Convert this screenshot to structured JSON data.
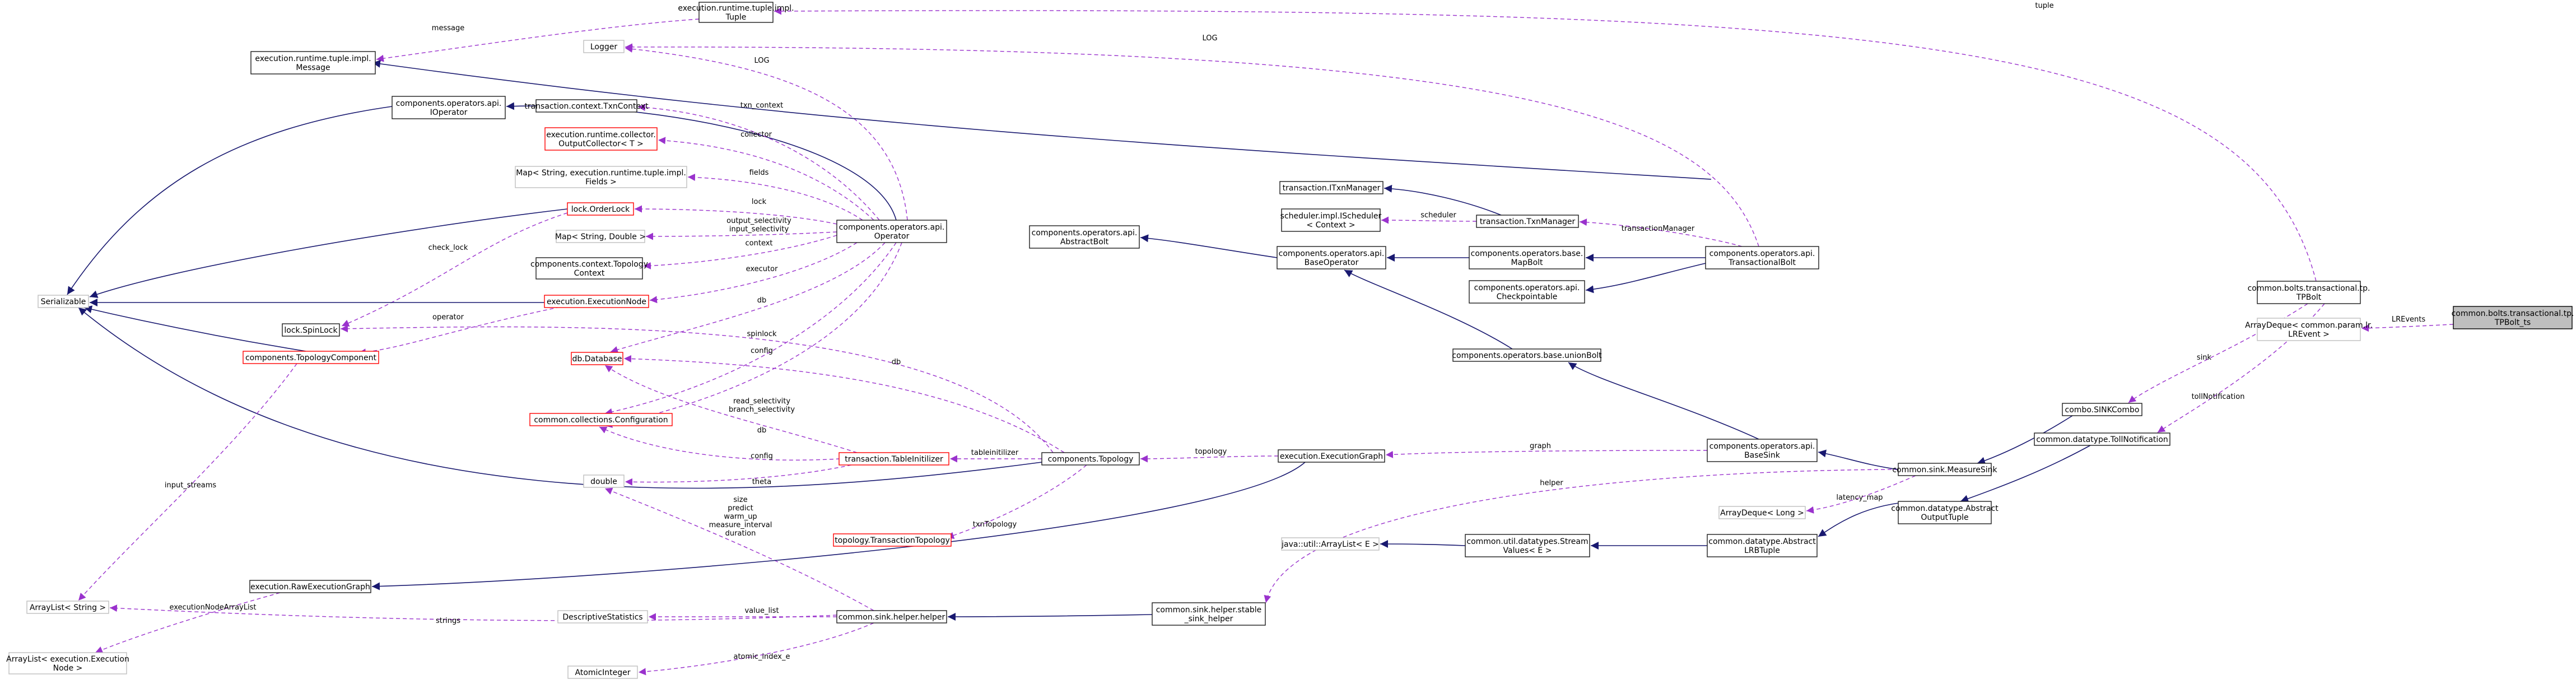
{
  "nodes": [
    {
      "id": "tuple",
      "kind": "normal",
      "lines": [
        "execution.runtime.tuple.impl.",
        "Tuple"
      ]
    },
    {
      "id": "message",
      "kind": "normal",
      "lines": [
        "execution.runtime.tuple.impl.",
        "Message"
      ]
    },
    {
      "id": "logger",
      "kind": "gray",
      "lines": [
        "Logger"
      ]
    },
    {
      "id": "ioperator",
      "kind": "normal",
      "lines": [
        "components.operators.api.",
        "IOperator"
      ]
    },
    {
      "id": "txncontext",
      "kind": "normal",
      "lines": [
        "transaction.context.TxnContext"
      ]
    },
    {
      "id": "collector",
      "kind": "red",
      "lines": [
        "execution.runtime.collector.",
        "OutputCollector< T >"
      ]
    },
    {
      "id": "mapfields",
      "kind": "gray",
      "lines": [
        "Map< String, execution.runtime.tuple.impl.",
        "Fields >"
      ]
    },
    {
      "id": "orderlock",
      "kind": "red",
      "lines": [
        "lock.OrderLock"
      ]
    },
    {
      "id": "mapdouble",
      "kind": "gray",
      "lines": [
        "Map< String, Double >"
      ]
    },
    {
      "id": "topocontext",
      "kind": "normal",
      "lines": [
        "components.context.Topology",
        "Context"
      ]
    },
    {
      "id": "serializable",
      "kind": "gray",
      "lines": [
        "Serializable"
      ]
    },
    {
      "id": "execnode",
      "kind": "red",
      "lines": [
        "execution.ExecutionNode"
      ]
    },
    {
      "id": "spinlock",
      "kind": "normal",
      "lines": [
        "lock.SpinLock"
      ]
    },
    {
      "id": "topocomponent",
      "kind": "red",
      "lines": [
        "components.TopologyComponent"
      ]
    },
    {
      "id": "database",
      "kind": "red",
      "lines": [
        "db.Database"
      ]
    },
    {
      "id": "configuration",
      "kind": "red",
      "lines": [
        "common.collections.Configuration"
      ]
    },
    {
      "id": "double",
      "kind": "gray",
      "lines": [
        "double"
      ]
    },
    {
      "id": "tableinit",
      "kind": "red",
      "lines": [
        "transaction.TableInitilizer"
      ]
    },
    {
      "id": "txntopology",
      "kind": "red",
      "lines": [
        "topology.TransactionTopology"
      ]
    },
    {
      "id": "operator",
      "kind": "normal",
      "lines": [
        "components.operators.api.",
        "Operator"
      ]
    },
    {
      "id": "abstractbolt",
      "kind": "normal",
      "lines": [
        "components.operators.api.",
        "AbstractBolt"
      ]
    },
    {
      "id": "topology",
      "kind": "normal",
      "lines": [
        "components.Topology"
      ]
    },
    {
      "id": "rawexec",
      "kind": "normal",
      "lines": [
        "execution.RawExecutionGraph"
      ]
    },
    {
      "id": "arraylist_str",
      "kind": "gray",
      "lines": [
        "ArrayList< String >"
      ]
    },
    {
      "id": "arraylist_exec",
      "kind": "gray",
      "lines": [
        "ArrayList< execution.Execution",
        "Node >"
      ]
    },
    {
      "id": "descstats",
      "kind": "gray",
      "lines": [
        "DescriptiveStatistics"
      ]
    },
    {
      "id": "atomicint",
      "kind": "gray",
      "lines": [
        "AtomicInteger"
      ]
    },
    {
      "id": "helper",
      "kind": "normal",
      "lines": [
        "common.sink.helper.helper"
      ]
    },
    {
      "id": "stablehelper",
      "kind": "normal",
      "lines": [
        "common.sink.helper.stable",
        "_sink_helper"
      ]
    },
    {
      "id": "execgraph",
      "kind": "normal",
      "lines": [
        "execution.ExecutionGraph"
      ]
    },
    {
      "id": "itxnmanager",
      "kind": "normal",
      "lines": [
        "transaction.ITxnManager"
      ]
    },
    {
      "id": "ischeduler",
      "kind": "normal",
      "lines": [
        "scheduler.impl.IScheduler",
        "< Context >"
      ]
    },
    {
      "id": "txnmanager",
      "kind": "normal",
      "lines": [
        "transaction.TxnManager"
      ]
    },
    {
      "id": "baseoperator",
      "kind": "normal",
      "lines": [
        "components.operators.api.",
        "BaseOperator"
      ]
    },
    {
      "id": "mapbolt",
      "kind": "normal",
      "lines": [
        "components.operators.base.",
        "MapBolt"
      ]
    },
    {
      "id": "checkpointable",
      "kind": "normal",
      "lines": [
        "components.operators.api.",
        "Checkpointable"
      ]
    },
    {
      "id": "unionbolt",
      "kind": "normal",
      "lines": [
        "components.operators.base.unionBolt"
      ]
    },
    {
      "id": "basesink",
      "kind": "normal",
      "lines": [
        "components.operators.api.",
        "BaseSink"
      ]
    },
    {
      "id": "javaarraylist",
      "kind": "gray",
      "lines": [
        "java::util::ArrayList< E >"
      ]
    },
    {
      "id": "streamvalues",
      "kind": "normal",
      "lines": [
        "common.util.datatypes.Stream",
        "Values< E >"
      ]
    },
    {
      "id": "transbolt",
      "kind": "normal",
      "lines": [
        "components.operators.api.",
        "TransactionalBolt"
      ]
    },
    {
      "id": "abslrb",
      "kind": "normal",
      "lines": [
        "common.datatype.Abstract",
        "LRBTuple"
      ]
    },
    {
      "id": "arraydequelong",
      "kind": "gray",
      "lines": [
        "ArrayDeque< Long >"
      ]
    },
    {
      "id": "measuresink",
      "kind": "normal",
      "lines": [
        "common.sink.MeasureSink"
      ]
    },
    {
      "id": "absoutput",
      "kind": "normal",
      "lines": [
        "common.datatype.Abstract",
        "OutputTuple"
      ]
    },
    {
      "id": "sinkcombo",
      "kind": "normal",
      "lines": [
        "combo.SINKCombo"
      ]
    },
    {
      "id": "tollnotif",
      "kind": "normal",
      "lines": [
        "common.datatype.TollNotification"
      ]
    },
    {
      "id": "tpbolt",
      "kind": "normal",
      "lines": [
        "common.bolts.transactional.tp.",
        "TPBolt"
      ]
    },
    {
      "id": "arraydequelr",
      "kind": "gray",
      "lines": [
        "ArrayDeque< common.param.lr.",
        "LREvent >"
      ]
    },
    {
      "id": "tpbolt_ts",
      "kind": "focus",
      "lines": [
        "common.bolts.transactional.tp.",
        "TPBolt_ts"
      ]
    }
  ],
  "edges": [
    {
      "id": "e1",
      "kind": "use",
      "label": "tuple"
    },
    {
      "id": "e2",
      "kind": "use",
      "label": "message"
    },
    {
      "id": "e3",
      "kind": "use",
      "label": "LOG"
    },
    {
      "id": "e4",
      "kind": "use",
      "label": "LOG"
    },
    {
      "id": "e5",
      "kind": "inherit",
      "label": ""
    },
    {
      "id": "e6",
      "kind": "inherit",
      "label": ""
    },
    {
      "id": "e7",
      "kind": "use",
      "label": "txn_context"
    },
    {
      "id": "e8",
      "kind": "use",
      "label": "collector"
    },
    {
      "id": "e9",
      "kind": "use",
      "label": "fields"
    },
    {
      "id": "e10",
      "kind": "use",
      "label": "lock"
    },
    {
      "id": "e11",
      "kind": "inherit",
      "label": ""
    },
    {
      "id": "e12",
      "kind": "use",
      "label": "check_lock"
    },
    {
      "id": "e13",
      "kind": "use",
      "label": "output_selectivity\ninput_selectivity"
    },
    {
      "id": "e14",
      "kind": "use",
      "label": "context"
    },
    {
      "id": "e15",
      "kind": "use",
      "label": "executor"
    },
    {
      "id": "e16",
      "kind": "inherit",
      "label": ""
    },
    {
      "id": "e17",
      "kind": "use",
      "label": "operator"
    },
    {
      "id": "e18",
      "kind": "inherit",
      "label": ""
    },
    {
      "id": "e19",
      "kind": "use",
      "label": "db"
    },
    {
      "id": "e20",
      "kind": "use",
      "label": "spinlock"
    },
    {
      "id": "e21",
      "kind": "use",
      "label": "config"
    },
    {
      "id": "e22",
      "kind": "use",
      "label": "db"
    },
    {
      "id": "e23",
      "kind": "use",
      "label": "read_selectivity\nbranch_selectivity"
    },
    {
      "id": "e24",
      "kind": "use",
      "label": "db"
    },
    {
      "id": "e25",
      "kind": "use",
      "label": "config"
    },
    {
      "id": "e26",
      "kind": "use",
      "label": "theta"
    },
    {
      "id": "e27",
      "kind": "use",
      "label": "size\npredict\nwarm_up\nmeasure_interval\nduration"
    },
    {
      "id": "e28",
      "kind": "use",
      "label": "tableinitilizer"
    },
    {
      "id": "e29",
      "kind": "use",
      "label": "txnTopology"
    },
    {
      "id": "e30",
      "kind": "inherit",
      "label": ""
    },
    {
      "id": "e31",
      "kind": "inherit",
      "label": ""
    },
    {
      "id": "e32",
      "kind": "use",
      "label": "input_streams"
    },
    {
      "id": "e33",
      "kind": "use",
      "label": "executionNodeArrayList"
    },
    {
      "id": "e34",
      "kind": "use",
      "label": "strings"
    },
    {
      "id": "e35",
      "kind": "use",
      "label": "value_list"
    },
    {
      "id": "e36",
      "kind": "use",
      "label": "atomic_index_e"
    },
    {
      "id": "e37",
      "kind": "inherit",
      "label": ""
    },
    {
      "id": "e38",
      "kind": "inherit",
      "label": ""
    },
    {
      "id": "e39",
      "kind": "use",
      "label": "topology"
    },
    {
      "id": "e40",
      "kind": "inherit",
      "label": ""
    },
    {
      "id": "e41",
      "kind": "use",
      "label": "scheduler"
    },
    {
      "id": "e42",
      "kind": "inherit",
      "label": ""
    },
    {
      "id": "e43",
      "kind": "inherit",
      "label": ""
    },
    {
      "id": "e44",
      "kind": "inherit",
      "label": ""
    },
    {
      "id": "e45",
      "kind": "inherit",
      "label": ""
    },
    {
      "id": "e46",
      "kind": "use",
      "label": "transactionManager"
    },
    {
      "id": "e47",
      "kind": "inherit",
      "label": ""
    },
    {
      "id": "e48",
      "kind": "use",
      "label": "graph"
    },
    {
      "id": "e49",
      "kind": "inherit",
      "label": ""
    },
    {
      "id": "e50",
      "kind": "inherit",
      "label": ""
    },
    {
      "id": "e51",
      "kind": "inherit",
      "label": ""
    },
    {
      "id": "e52",
      "kind": "use",
      "label": "helper"
    },
    {
      "id": "e53",
      "kind": "use",
      "label": "latency_map"
    },
    {
      "id": "e54",
      "kind": "inherit",
      "label": ""
    },
    {
      "id": "e55",
      "kind": "inherit",
      "label": ""
    },
    {
      "id": "e56",
      "kind": "inherit",
      "label": ""
    },
    {
      "id": "e57",
      "kind": "use",
      "label": "sink"
    },
    {
      "id": "e58",
      "kind": "use",
      "label": "tollNotification"
    },
    {
      "id": "e59",
      "kind": "inherit",
      "label": ""
    },
    {
      "id": "e60",
      "kind": "use",
      "label": "LREvents"
    }
  ],
  "colors": {
    "inheritance": "#191970",
    "usage": "#9a32cd",
    "class_border": "#1c1c1c",
    "incomplete_border": "#ff0000",
    "external_border": "#bfbfbf",
    "focus_fill": "#bfbfbf"
  }
}
